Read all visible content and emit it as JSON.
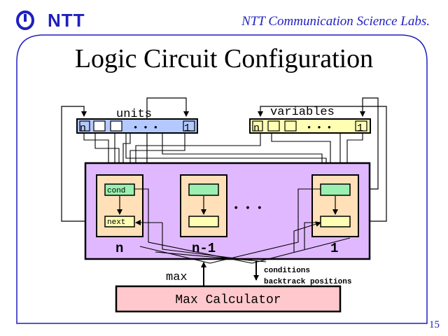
{
  "header": {
    "logo_text": "NTT",
    "org": "NTT Communication Science Labs."
  },
  "title": "Logic Circuit Configuration",
  "page_number": "15",
  "diagram": {
    "units_label": "units",
    "variables_label": "variables",
    "cell_first": "n",
    "cell_last": "1",
    "dots": "• • •",
    "cond_label": "cond",
    "next_label": "next",
    "unit_label_n": "n",
    "unit_label_n1": "n-1",
    "unit_label_1": "1",
    "ellipsis": "• • •",
    "max_label": "max",
    "conditions_label": "conditions",
    "backtrack_label": "backtrack positions",
    "calculator_label": "Max Calculator"
  },
  "colors": {
    "accent_blue": "#1f1fbf",
    "units_fill": "#b3c9ff",
    "variables_fill": "#ffffb3",
    "circuit_fill": "#e0b8ff",
    "unit_box_fill": "#ffe0b8",
    "cond_fill": "#99f0b0",
    "next_fill": "#ffffb3",
    "calculator_fill": "#ffc8cc"
  }
}
